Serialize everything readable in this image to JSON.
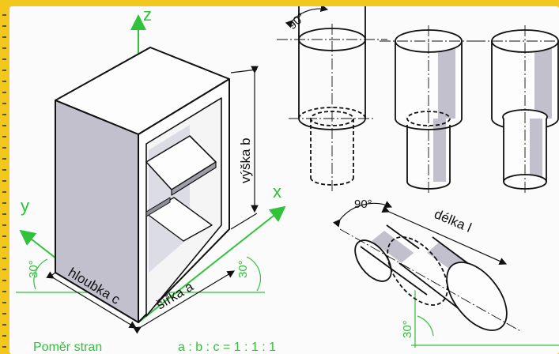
{
  "axes": {
    "z": "z",
    "x": "x",
    "y": "y"
  },
  "dimensions": {
    "height": "výška b",
    "width": "šířka a",
    "depth": "hloubka c",
    "length": "délka l"
  },
  "angles": {
    "cylinder_top": "90°",
    "cylinder_horizontal": "90°",
    "right_axis": "30°",
    "left_axis": "30°",
    "bottom_axis": "30°"
  },
  "footer": {
    "label": "Poměr stran",
    "ratio": "a : b : c = 1 : 1 : 1"
  },
  "colors": {
    "frame": "#f3c81e",
    "accent_green": "#2fc23a",
    "line": "#111111",
    "shade": "#b8b8c2"
  }
}
